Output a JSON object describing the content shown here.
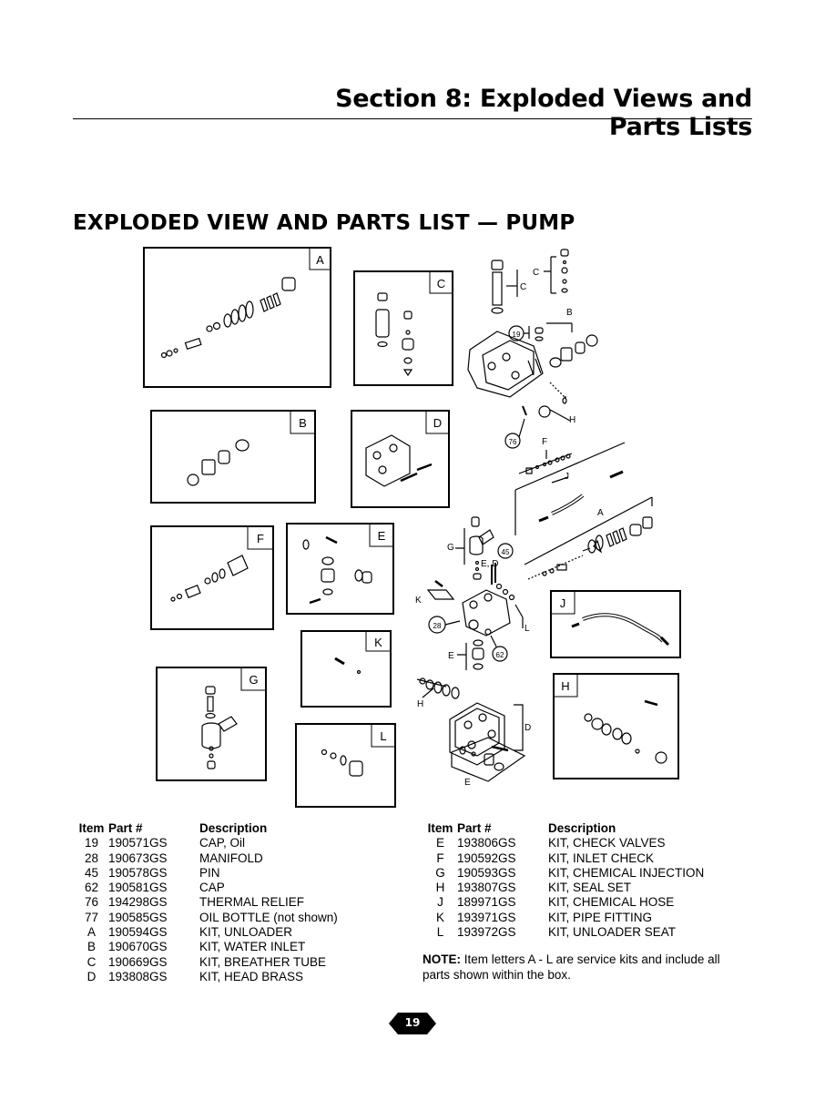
{
  "header": {
    "section_title": "Section 8: Exploded Views and Parts Lists"
  },
  "page_heading": "EXPLODED VIEW AND PARTS LIST — PUMP",
  "diagram": {
    "kit_box_labels": {
      "A": "A",
      "B": "B",
      "C": "C",
      "D": "D",
      "E": "E",
      "F": "F",
      "G": "G",
      "H": "H",
      "J": "J",
      "K": "K",
      "L": "L"
    },
    "callouts": {
      "c19": "19",
      "c76": "76",
      "c45": "45",
      "c28": "28",
      "c62": "62"
    },
    "leader_labels": {
      "C": "C",
      "B": "B",
      "H1": "H",
      "F": "F",
      "J": "J",
      "A": "A",
      "G": "G",
      "ED": "E, D",
      "K": "K",
      "L": "L",
      "E": "E",
      "H2": "H",
      "D": "D",
      "E2": "E"
    }
  },
  "parts_table_left": {
    "headers": {
      "item": "Item",
      "part": "Part #",
      "description": "Description"
    },
    "rows": [
      {
        "item": "19",
        "part": "190571GS",
        "description": "CAP, Oil"
      },
      {
        "item": "28",
        "part": "190673GS",
        "description": "MANIFOLD"
      },
      {
        "item": "45",
        "part": "190578GS",
        "description": "PIN"
      },
      {
        "item": "62",
        "part": "190581GS",
        "description": "CAP"
      },
      {
        "item": "76",
        "part": "194298GS",
        "description": "THERMAL RELIEF"
      },
      {
        "item": "77",
        "part": "190585GS",
        "description": "OIL BOTTLE (not shown)"
      },
      {
        "item": "A",
        "part": "190594GS",
        "description": "KIT, UNLOADER"
      },
      {
        "item": "B",
        "part": "190670GS",
        "description": "KIT, WATER INLET"
      },
      {
        "item": "C",
        "part": "190669GS",
        "description": "KIT, BREATHER TUBE"
      },
      {
        "item": "D",
        "part": "193808GS",
        "description": "KIT, HEAD BRASS"
      }
    ]
  },
  "parts_table_right": {
    "headers": {
      "item": "Item",
      "part": "Part #",
      "description": "Description"
    },
    "rows": [
      {
        "item": "E",
        "part": "193806GS",
        "description": "KIT, CHECK VALVES"
      },
      {
        "item": "F",
        "part": "190592GS",
        "description": "KIT, INLET CHECK"
      },
      {
        "item": "G",
        "part": "190593GS",
        "description": "KIT, CHEMICAL INJECTION"
      },
      {
        "item": "H",
        "part": "193807GS",
        "description": "KIT, SEAL SET"
      },
      {
        "item": "J",
        "part": "189971GS",
        "description": "KIT, CHEMICAL HOSE"
      },
      {
        "item": "K",
        "part": "193971GS",
        "description": "KIT, PIPE FITTING"
      },
      {
        "item": "L",
        "part": "193972GS",
        "description": "KIT, UNLOADER SEAT"
      }
    ]
  },
  "note": {
    "label": "NOTE:",
    "text": " Item letters A - L are service kits and include all parts shown within the box."
  },
  "page_number": "19"
}
